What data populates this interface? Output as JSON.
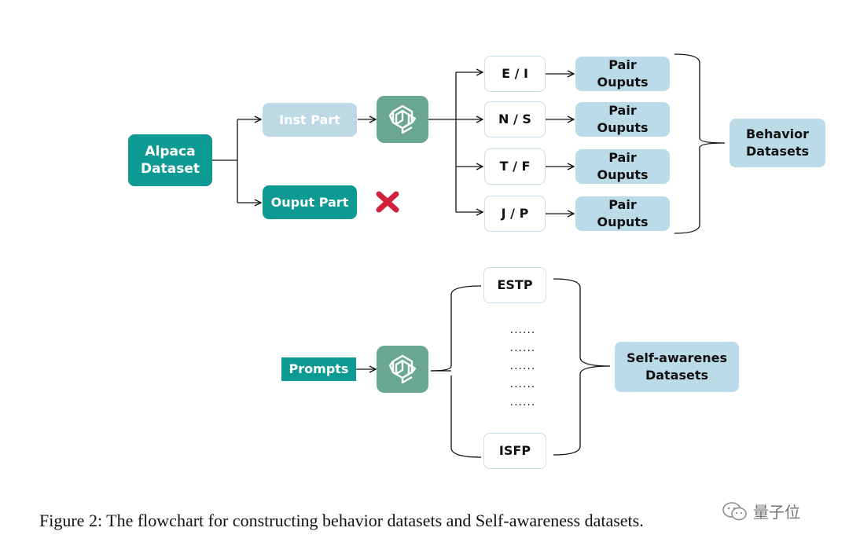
{
  "nodes": {
    "alpaca": "Alpaca\nDataset",
    "inst_part": "Inst Part",
    "output_part": "Ouput Part",
    "types": [
      "E / I",
      "N / S",
      "T / F",
      "J / P"
    ],
    "pair_outputs": [
      "Pair\nOuputs",
      "Pair\nOuputs",
      "Pair\nOuputs",
      "Pair\nOuputs"
    ],
    "behavior": "Behavior\nDatasets",
    "prompts": "Prompts",
    "estp": "ESTP",
    "isfp": "ISFP",
    "dots": [
      "......",
      "......",
      "......",
      "......",
      "......"
    ],
    "self_awareness": "Self-awarenes\nDatasets"
  },
  "icons": {
    "gpt": "openai-logo-icon",
    "reject": "red-x-icon",
    "watermark": "wechat-icon"
  },
  "caption": "Figure 2: The flowchart for constructing behavior datasets and Self-awareness datasets.",
  "watermark_text": "量子位",
  "colors": {
    "teal": "#0d9a93",
    "pale_blue": "#bdd9e6",
    "light_blue": "#bcdbe8",
    "gpt_green": "#6aa792",
    "reject_red": "#d0203a"
  }
}
